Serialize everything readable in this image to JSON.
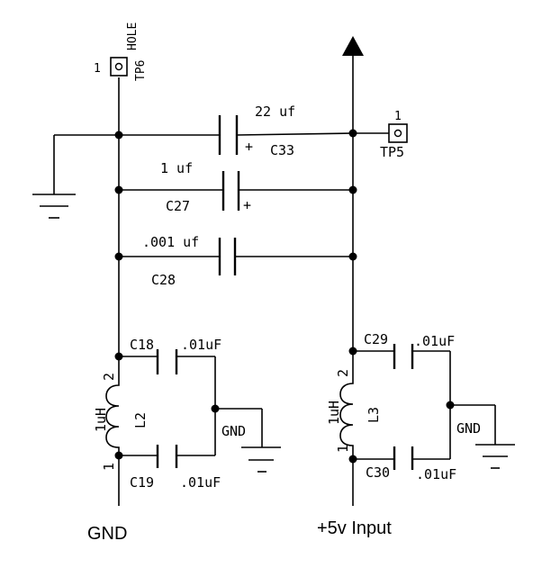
{
  "test_points": {
    "tp6": {
      "pin": "1",
      "type": "HOLE",
      "ref": "TP6"
    },
    "tp5": {
      "pin": "1",
      "ref": "TP5"
    }
  },
  "capacitors": {
    "c33": {
      "value": "22 uf",
      "ref": "C33",
      "polarity": "+"
    },
    "c27": {
      "value": "1 uf",
      "ref": "C27",
      "polarity": "+"
    },
    "c28": {
      "value": ".001 uf",
      "ref": "C28"
    },
    "c18": {
      "value": ".01uF",
      "ref": "C18"
    },
    "c19": {
      "value": ".01uF",
      "ref": "C19"
    },
    "c29": {
      "value": ".01uF",
      "ref": "C29"
    },
    "c30": {
      "value": ".01uF",
      "ref": "C30"
    }
  },
  "inductors": {
    "l2": {
      "value": "1uH",
      "ref": "L2",
      "pin_top": "2",
      "pin_bottom": "1"
    },
    "l3": {
      "value": "1uH",
      "ref": "L3",
      "pin_top": "2",
      "pin_bottom": "1"
    }
  },
  "net_labels": {
    "gnd_left": "GND",
    "gnd_right": "GND"
  },
  "captions": {
    "left": "GND",
    "right": "+5v Input"
  }
}
